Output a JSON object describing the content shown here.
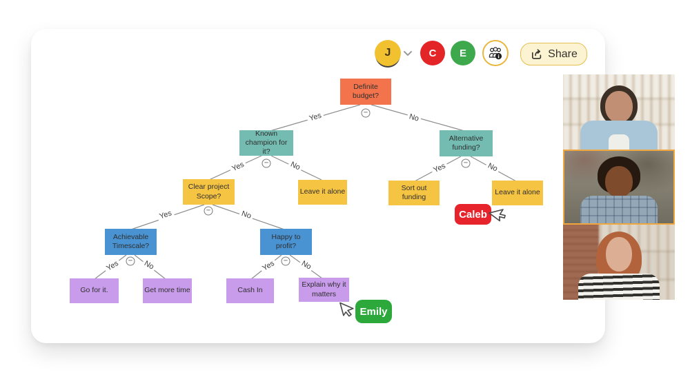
{
  "toolbar": {
    "avatars": [
      {
        "initial": "J",
        "color": "#F1C130",
        "text_color": "#41360c",
        "has_dropdown": true
      },
      {
        "initial": "C",
        "color": "#E32528",
        "text_color": "#ffffff"
      },
      {
        "initial": "E",
        "color": "#3EA94C",
        "text_color": "#ffffff"
      }
    ],
    "participants_icon": "people-info-icon",
    "share": {
      "label": "Share",
      "bg": "#FCF3D3",
      "border": "#E5BE4E"
    }
  },
  "tree": {
    "collapse_glyph": "−",
    "nodes": [
      {
        "id": "definite-budget",
        "label": "Definite budget?",
        "color": "#F3744C"
      },
      {
        "id": "known-champion",
        "label": "Known champion for it?",
        "color": "#74BCB1"
      },
      {
        "id": "alternative-funding",
        "label": "Alternative funding?",
        "color": "#74BCB1"
      },
      {
        "id": "clear-project-scope",
        "label": "Clear project Scope?",
        "color": "#F6C443"
      },
      {
        "id": "leave-it-alone-1",
        "label": "Leave it alone",
        "color": "#F6C443"
      },
      {
        "id": "sort-out-funding",
        "label": "Sort out funding",
        "color": "#F6C443"
      },
      {
        "id": "leave-it-alone-2",
        "label": "Leave it alone",
        "color": "#F6C443"
      },
      {
        "id": "achievable-timescale",
        "label": "Achievable Timescale?",
        "color": "#4A93D3"
      },
      {
        "id": "happy-to-profit",
        "label": "Happy to profit?",
        "color": "#4A93D3"
      },
      {
        "id": "go-for-it",
        "label": "Go for it.",
        "color": "#C99CEB"
      },
      {
        "id": "get-more-time",
        "label": "Get more time",
        "color": "#C99CEB"
      },
      {
        "id": "cash-in",
        "label": "Cash In",
        "color": "#C99CEB"
      },
      {
        "id": "explain-why",
        "label": "Explain why it matters",
        "color": "#C99CEB"
      }
    ],
    "edges": [
      {
        "label": "Yes"
      },
      {
        "label": "No"
      },
      {
        "label": "Yes"
      },
      {
        "label": "No"
      },
      {
        "label": "Yes"
      },
      {
        "label": "No"
      },
      {
        "label": "Yes"
      },
      {
        "label": "No"
      },
      {
        "label": "Yes"
      },
      {
        "label": "No"
      },
      {
        "label": "Yes"
      },
      {
        "label": "No"
      }
    ]
  },
  "cursors": [
    {
      "name": "Caleb",
      "color": "#E7242B"
    },
    {
      "name": "Emily",
      "color": "#2DA93C"
    }
  ],
  "video_call": {
    "tiles": [
      {
        "id": "participant-1",
        "active": false
      },
      {
        "id": "participant-2",
        "active": true,
        "highlight": "#EFA73E"
      },
      {
        "id": "participant-3",
        "active": false
      }
    ]
  }
}
